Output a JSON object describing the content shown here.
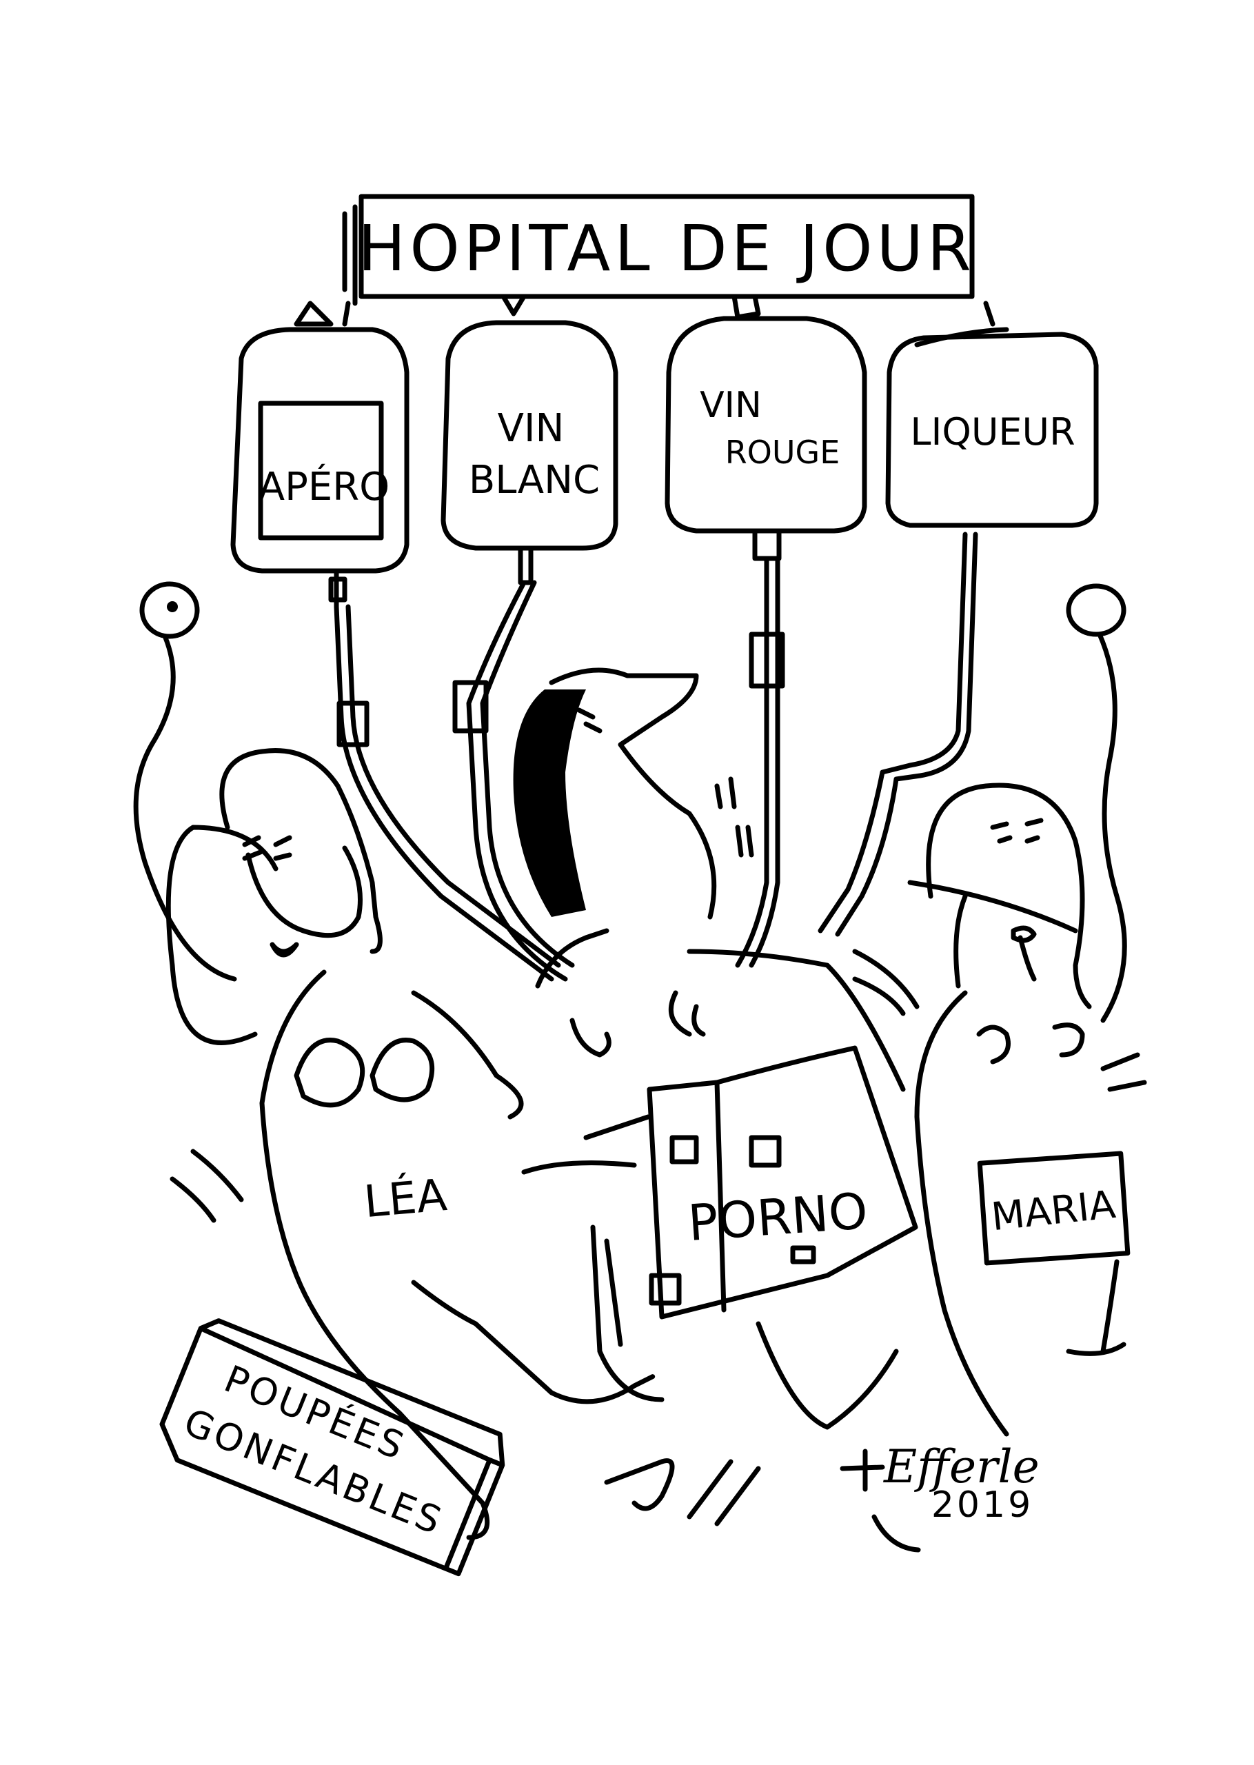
{
  "sign": {
    "title": "HOPITAL DE JOUR"
  },
  "drip_bags": [
    {
      "line1": "APÉRO",
      "line2": ""
    },
    {
      "line1": "VIN",
      "line2": "BLANC"
    },
    {
      "line1": "VIN",
      "line2": "ROUGE"
    },
    {
      "line1": "LIQUEUR",
      "line2": ""
    }
  ],
  "labels": {
    "lea": "LÉA",
    "porno": "PORNO",
    "maria": "MARIA",
    "box_line1": "POUPÉES",
    "box_line2": "GONFLABLES"
  },
  "signature": {
    "name": "Efferle",
    "year": "2019"
  },
  "colors": {
    "ink": "#000000",
    "paper": "#ffffff"
  }
}
